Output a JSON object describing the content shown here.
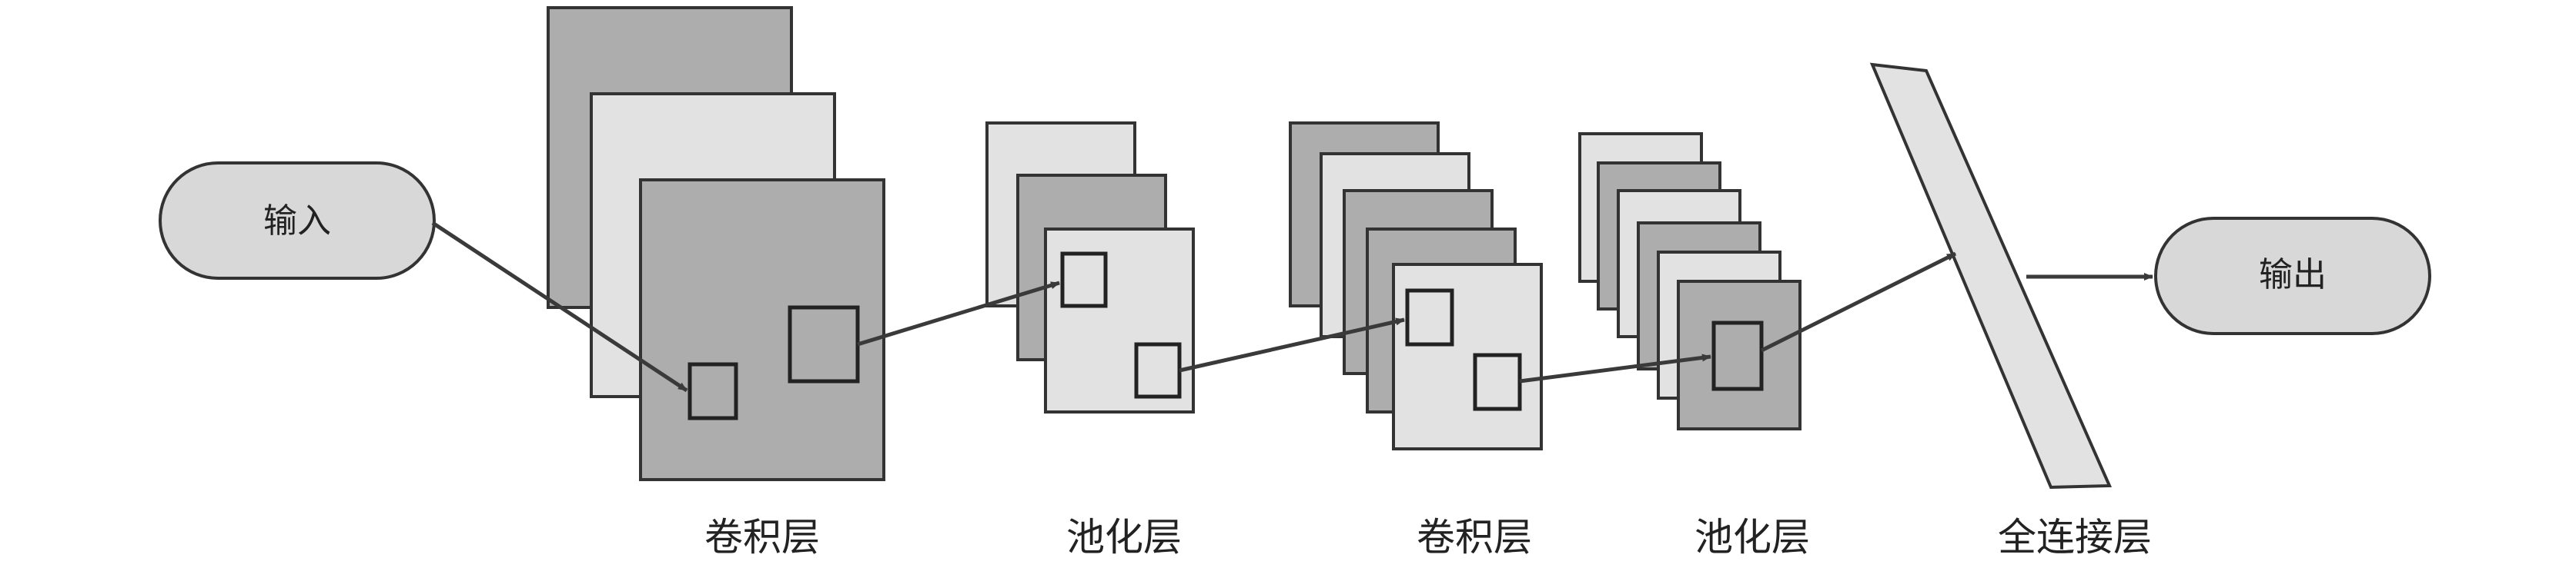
{
  "nodes": {
    "input": {
      "label": "输入"
    },
    "output": {
      "label": "输出"
    }
  },
  "layers": [
    {
      "id": "conv1",
      "label": "卷积层"
    },
    {
      "id": "pool1",
      "label": "池化层"
    },
    {
      "id": "conv2",
      "label": "卷积层"
    },
    {
      "id": "pool2",
      "label": "池化层"
    },
    {
      "id": "fc",
      "label": "全连接层"
    }
  ],
  "colors": {
    "dark_fill": "#adadad",
    "light_fill": "#e2e2e2",
    "pill_fill": "#d8d8d8",
    "stroke": "#333333",
    "arrow": "#3a3a3a"
  }
}
